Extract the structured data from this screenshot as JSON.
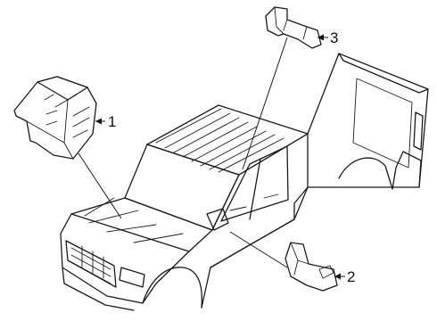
{
  "callouts": [
    {
      "number": "1"
    },
    {
      "number": "2"
    },
    {
      "number": "3"
    }
  ]
}
